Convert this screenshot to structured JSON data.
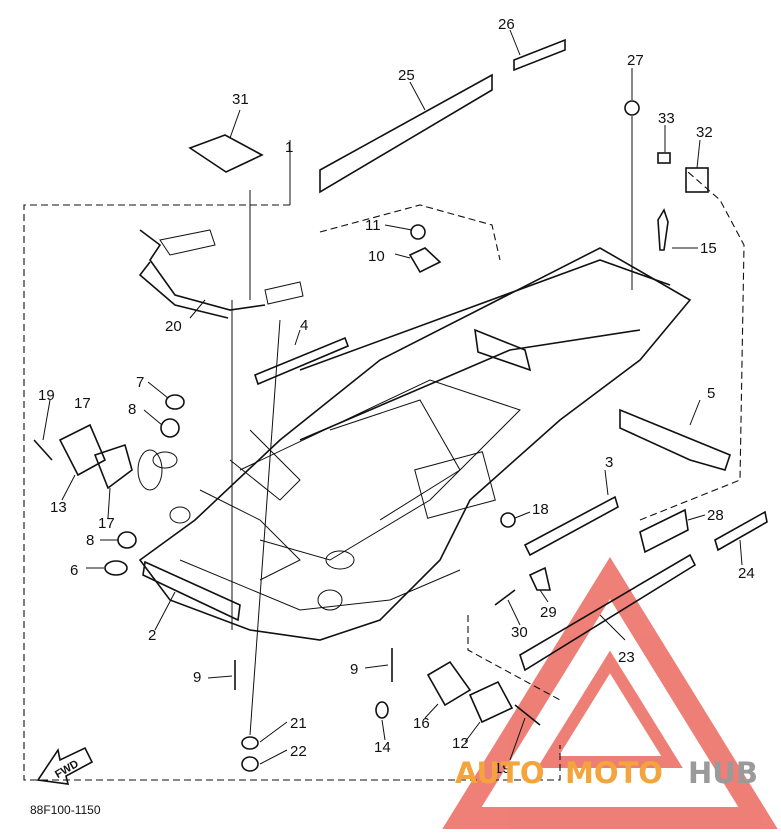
{
  "diagram": {
    "code": "88F100-1150",
    "fwd_label": "FWD",
    "callouts": [
      "1",
      "2",
      "3",
      "4",
      "5",
      "6",
      "7",
      "8",
      "8",
      "9",
      "9",
      "10",
      "11",
      "12",
      "13",
      "14",
      "15",
      "16",
      "17",
      "17",
      "18",
      "19",
      "19",
      "20",
      "21",
      "22",
      "23",
      "24",
      "25",
      "26",
      "27",
      "28",
      "29",
      "30",
      "31",
      "32",
      "33"
    ]
  },
  "watermark": {
    "text_left": "AUTO",
    "text_mid": "MOTO",
    "text_right": "HUB",
    "color_accent": "#f3a43c",
    "color_red": "#e8554a",
    "color_gray": "#9a9a9a"
  }
}
